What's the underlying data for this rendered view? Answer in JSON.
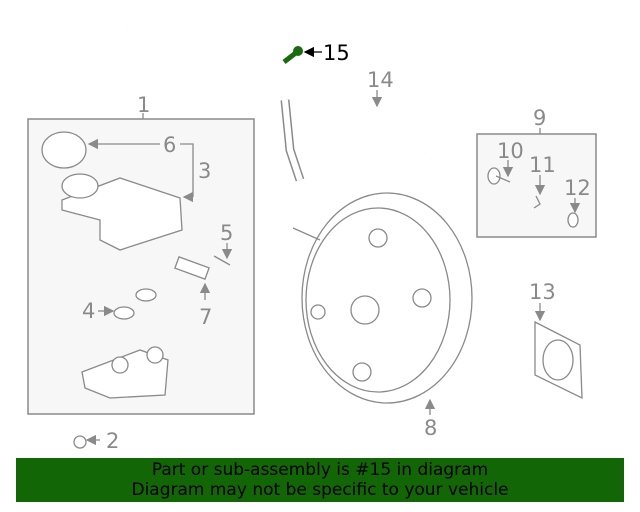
{
  "callouts": {
    "c1": "1",
    "c2": "2",
    "c3": "3",
    "c4": "4",
    "c5": "5",
    "c6": "6",
    "c7": "7",
    "c8": "8",
    "c9": "9",
    "c10": "10",
    "c11": "11",
    "c12": "12",
    "c13": "13",
    "c14": "14",
    "c15": "15"
  },
  "highlight_color": "#1a6b10",
  "banner": {
    "line1": "Part or sub-assembly is #15 in diagram",
    "line2": "Diagram may not be specific to your vehicle",
    "color": "#136606"
  }
}
